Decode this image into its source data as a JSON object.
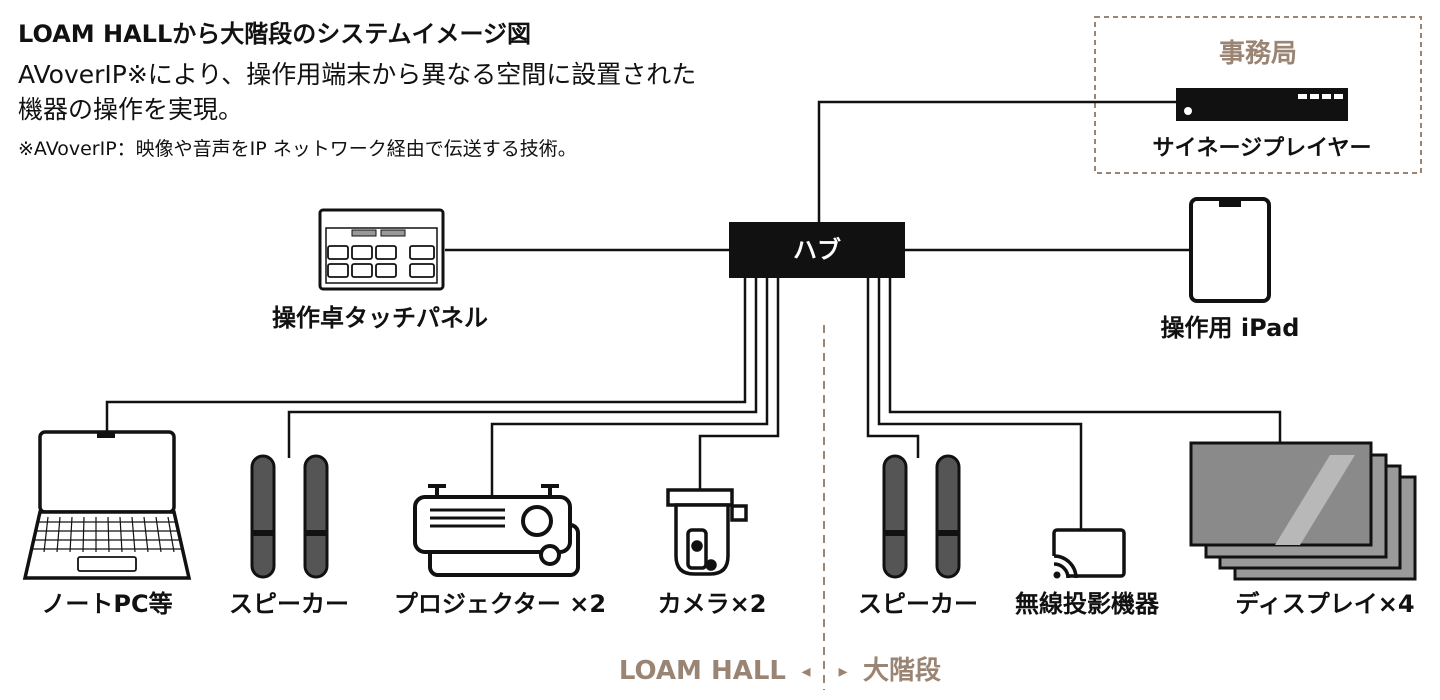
{
  "header": {
    "title": "LOAM HALLから大階段のシステムイメージ図",
    "desc_line1": "AVoverIP※により、操作用端末から異なる空間に設置された",
    "desc_line2": "機器の操作を実現。",
    "note": "※AVoverIP：映像や音声をIP ネットワーク経由で伝送する技術。"
  },
  "office": {
    "label": "事務局",
    "device": "サイネージプレイヤー"
  },
  "hub": {
    "label": "ハブ"
  },
  "devices": {
    "touch_panel": "操作卓タッチパネル",
    "ipad": "操作用 iPad",
    "laptop": "ノートPC等",
    "speaker_left": "スピーカー",
    "projector": "プロジェクター ×2",
    "camera": "カメラ×2",
    "speaker_right": "スピーカー",
    "wireless": "無線投影機器",
    "display": "ディスプレイ×4"
  },
  "zones": {
    "left": "LOAM HALL",
    "right": "大階段",
    "left_arrow": "◂",
    "right_arrow": "▸"
  },
  "colors": {
    "accent_tan": "#9a8574",
    "line": "#111111",
    "display_gray": "#8a8a8a"
  }
}
